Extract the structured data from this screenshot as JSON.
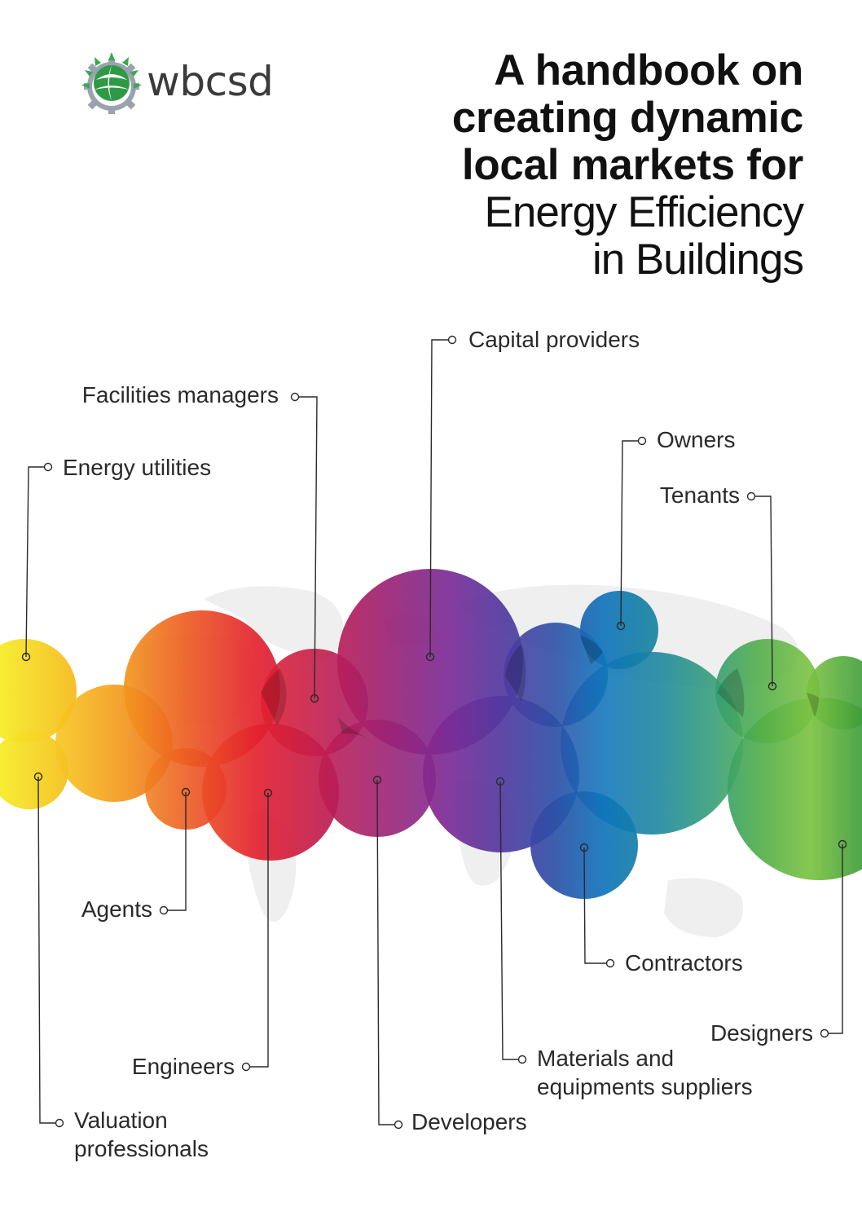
{
  "logo": {
    "text": "wbcsd",
    "icon": "globe-gear-leaf-icon",
    "colors": {
      "leaf": "#2e9a46",
      "gear": "#9aa3ad",
      "sun": "#3aa84f"
    }
  },
  "title": {
    "bold_line1": "A handbook on",
    "bold_line2": "creating dynamic",
    "bold_line3": "local markets for",
    "light_line1": "Energy Efficiency",
    "light_line2": "in Buildings"
  },
  "stakeholders": {
    "capital_providers": "Capital providers",
    "facilities_managers": "Facilities managers",
    "energy_utilities": "Energy utilities",
    "owners": "Owners",
    "tenants": "Tenants",
    "agents": "Agents",
    "contractors": "Contractors",
    "designers": "Designers",
    "engineers": "Engineers",
    "materials_line1": "Materials and",
    "materials_line2": "equipments suppliers",
    "valuation_line1": "Valuation",
    "valuation_line2": "professionals",
    "developers": "Developers"
  },
  "colors": {
    "yellow": "#f4e32a",
    "orange": "#f39a1e",
    "red": "#e3202f",
    "magenta": "#a21f6c",
    "purple": "#7b2b96",
    "indigo": "#3c48a0",
    "blue": "#0f74bb",
    "teal": "#1d8e8a",
    "green": "#6cb43f",
    "dark_green": "#2d8a3e",
    "line": "#2a2a2a"
  }
}
